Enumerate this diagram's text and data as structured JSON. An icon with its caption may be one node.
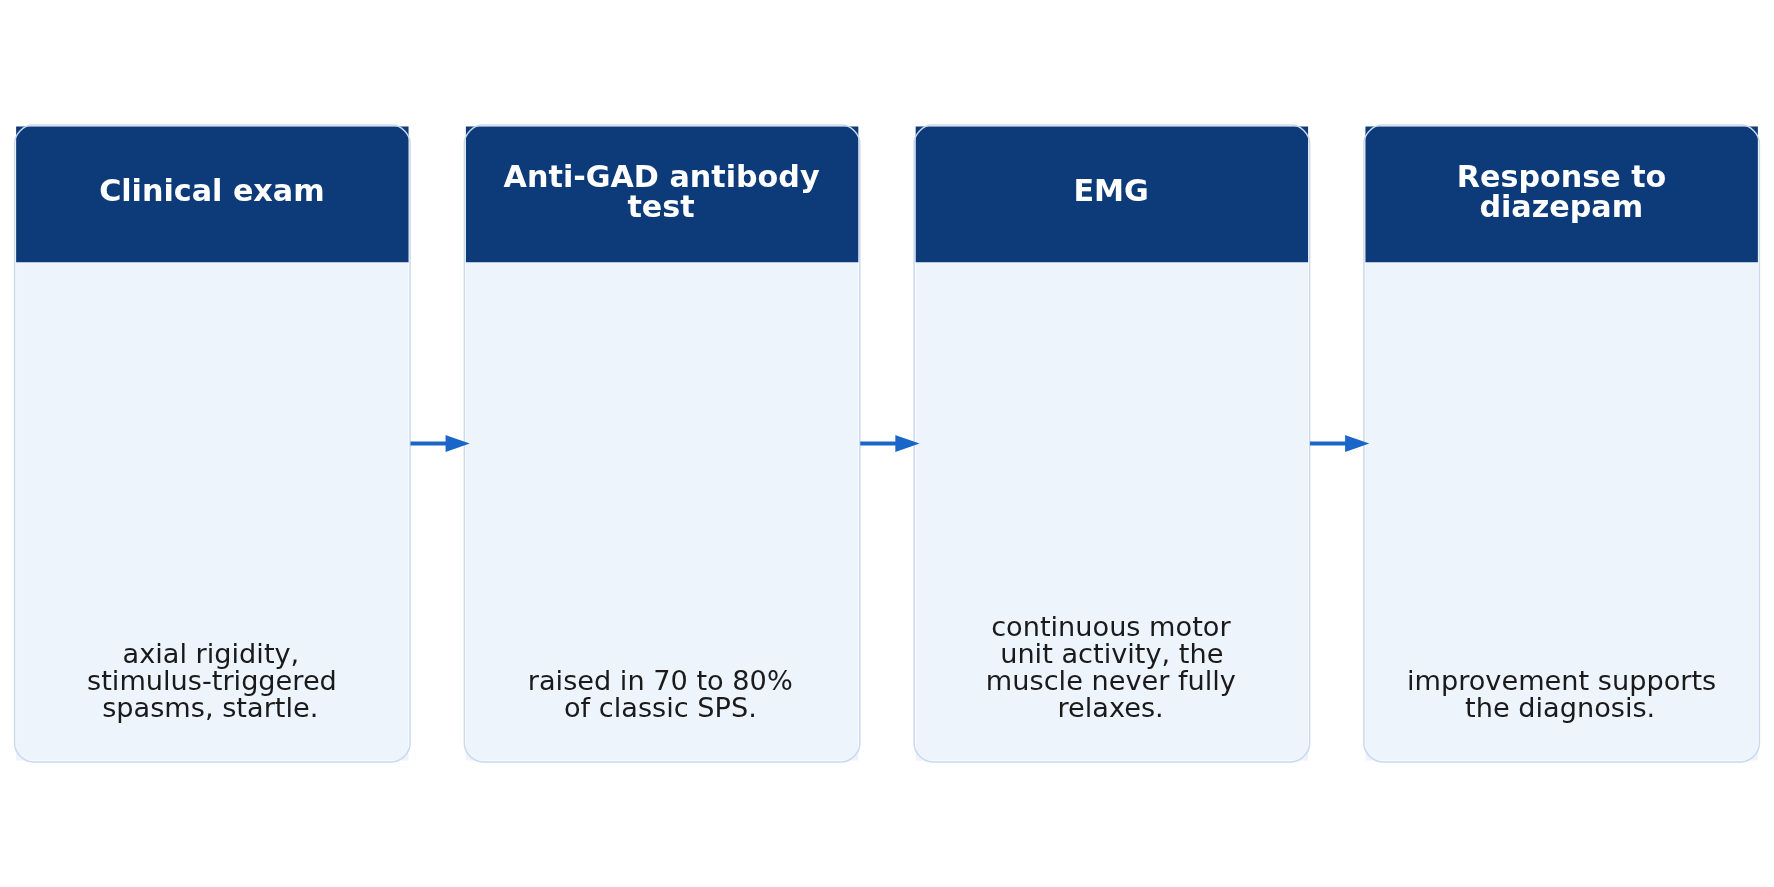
{
  "diagram": {
    "nodes": [
      {
        "text": [
          "Clinical exam",
          "axial rigidity, stimulus-triggered spasms, startle."
        ]
      },
      {
        "text": [
          "Anti-GAD antibody test",
          "raised in 70 to 80% of classic SPS."
        ]
      },
      {
        "text": [
          "EMG",
          "continuous motor unit activity, the muscle never fully relaxes."
        ]
      },
      {
        "text": [
          "Response to diazepam",
          "improvement supports the diagnosis."
        ]
      }
    ],
    "edges": [
      {
        "from": 0,
        "to": 1,
        "arrow": "to"
      },
      {
        "from": 1,
        "to": 2,
        "arrow": "to"
      },
      {
        "from": 2,
        "to": 3,
        "arrow": "to"
      }
    ]
  }
}
